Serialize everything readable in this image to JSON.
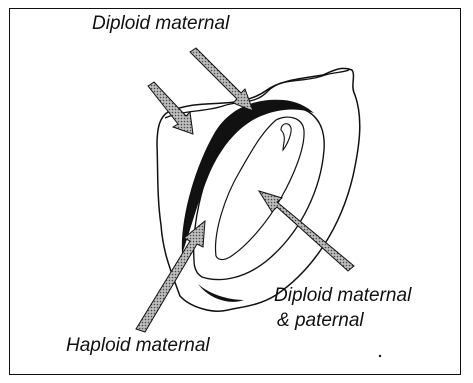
{
  "labels": {
    "diploid_maternal": "Diploid maternal",
    "diploid_maternal_paternal_line1": "Diploid maternal",
    "diploid_maternal_paternal_line2": "& paternal",
    "haploid_maternal": "Haploid maternal"
  },
  "colors": {
    "line": "#111111",
    "arrow_fill": "#9a9a9a",
    "tissue_fill": "#ffffff"
  }
}
